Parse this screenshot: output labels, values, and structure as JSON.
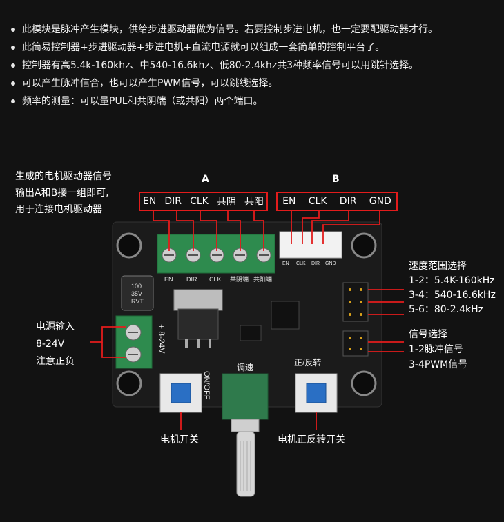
{
  "bullets": [
    "此模块是脉冲产生模块，供给步进驱动器做为信号。若要控制步进电机，也一定要配驱动器才行。",
    "此简易控制器+步进驱动器+步进电机+直流电源就可以组成一套简单的控制平台了。",
    "控制器有高5.4k-160khz、中540-16.6khz、低80-2.4khz共3种频率信号可以用跳针选择。",
    "可以产生脉冲信合，也可以产生PWM信号，可以跳线选择。",
    "频率的测量：可以量PUL和共阴端（或共阳）两个端口。"
  ],
  "left_callout": [
    "生成的电机驱动器信号",
    "输出A和B接一组即可,",
    "用于连接电机驱动器"
  ],
  "group_a": {
    "label": "A",
    "pins": [
      "EN",
      "DIR",
      "CLK",
      "共阴",
      "共阳"
    ]
  },
  "group_b": {
    "label": "B",
    "pins": [
      "EN",
      "CLK",
      "DIR",
      "GND"
    ]
  },
  "speed_callout": [
    "速度范围选择",
    "1-2：5.4K-160kHz",
    "3-4：540-16.6kHz",
    "5-6：80-2.4kHz"
  ],
  "signal_callout": [
    "信号选择",
    "1-2脉冲信号",
    "3-4PWM信号"
  ],
  "power_callout": [
    "电源输入",
    "8-24V",
    "注意正负"
  ],
  "bottom_labels": {
    "motor_switch": "电机开关",
    "direction_switch": "电机正反转开关"
  },
  "board_silk": {
    "terminal_labels": [
      "EN",
      "DIR",
      "CLK",
      "共阴端",
      "共阳端"
    ],
    "header_labels": [
      "EN",
      "CLK",
      "DIR",
      "GND"
    ],
    "power_label": "+ 8-24V",
    "on_off": "ON/OFF",
    "tiaosu": "调速",
    "zhengfan": "正/反转",
    "cap_text": [
      "100",
      "35V",
      "RVT"
    ]
  },
  "colors": {
    "red": "#e31c1c",
    "pcb": "#1b1b1b",
    "terminal": "#2e8b4e"
  }
}
